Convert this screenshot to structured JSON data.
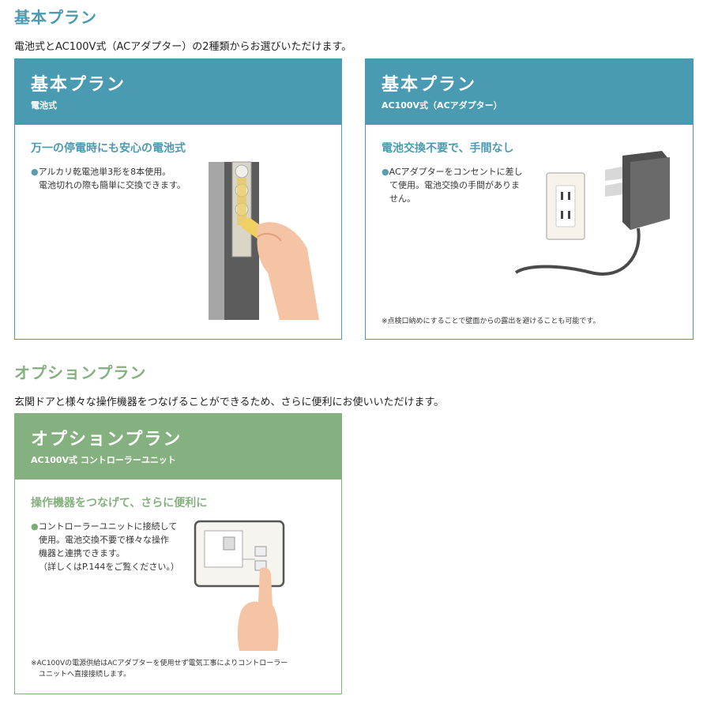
{
  "basic": {
    "title": "基本プラン",
    "description": "電池式とAC100V式（ACアダプター）の2種類からお選びいただけます。",
    "color": "#4a9bb1",
    "cards": [
      {
        "title": "基本プラン",
        "subtitle": "電池式",
        "heading": "万一の停電時にも安心の電池式",
        "bullet": "●",
        "body": [
          "アルカリ乾電池単3形を8本使用。",
          "電池切れの際も簡単に交換できます。"
        ],
        "illustration": "battery-insert-illustration"
      },
      {
        "title": "基本プラン",
        "subtitle": "AC100V式（ACアダプター）",
        "heading": "電池交換不要で、手間なし",
        "bullet": "●",
        "body": [
          "ACアダプターをコンセントに差し",
          "て使用。電池交換の手間がありま",
          "せん。"
        ],
        "note": "※点検口納めにすることで壁面からの露出を避けることも可能です。",
        "illustration": "ac-adapter-illustration"
      }
    ]
  },
  "option": {
    "title": "オプションプラン",
    "description": "玄関ドアと様々な操作機器をつなげることができるため、さらに便利にお使いいただけます。",
    "color": "#85b07f",
    "card": {
      "title": "オプションプラン",
      "subtitle": "AC100V式 コントローラーユニット",
      "heading": "操作機器をつなげて、さらに便利に",
      "bullet": "●",
      "body": [
        "コントローラーユニットに接続して",
        "使用。電池交換不要で様々な操作",
        "機器と連携できます。",
        "（詳しくはP.144をご覧ください。）"
      ],
      "note": [
        "※AC100Vの電源供給はACアダプターを使用せず電気工事によりコントローラー",
        "ユニットへ直接接続します。"
      ],
      "illustration": "controller-touch-illustration"
    }
  }
}
